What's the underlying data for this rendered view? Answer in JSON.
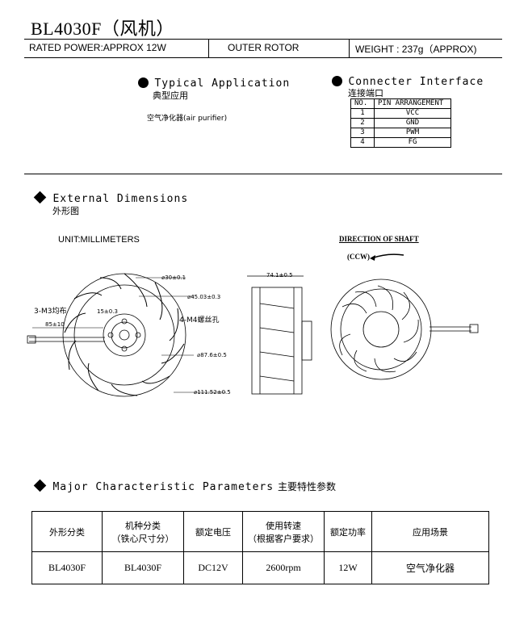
{
  "title": "BL4030F（风机）",
  "specs": {
    "rated_power": "RATED POWER:APPROX 12W",
    "rotor": "OUTER ROTOR",
    "weight": "WEIGHT : 237g（APPROX)"
  },
  "application": {
    "heading": "Typical  Application",
    "heading_cn": "典型应用",
    "item": "空气净化器(air purifier)"
  },
  "interface": {
    "heading": "Connecter Interface",
    "heading_cn": "连接端口",
    "headers": [
      "NO.",
      "PIN  ARRANGEMENT"
    ],
    "rows": [
      [
        "1",
        "VCC"
      ],
      [
        "2",
        "GND"
      ],
      [
        "3",
        "PWM"
      ],
      [
        "4",
        "FG"
      ]
    ]
  },
  "dimensions": {
    "heading": "External  Dimensions",
    "heading_cn": "外形图",
    "unit": "UNIT:MILLIMETERS",
    "shaft_direction": "DIRECTION OF SHAFT",
    "ccw": "(CCW)",
    "labels": {
      "d30": "⌀30±0.1",
      "d45": "⌀45.03±0.3",
      "d87": "⌀87.6±0.5",
      "d111": "⌀111.52±0.5",
      "m3": "3-M3均布",
      "m4": "4-M4螺丝孔",
      "l85": "85±10",
      "l15": "15±0.3",
      "l74": "74.1±0.5"
    }
  },
  "parameters": {
    "heading": "Major  Characteristic Parameters",
    "heading_cn": "主要特性参数",
    "headers": [
      "外形分类",
      "机种分类\n（铁心尺寸分）",
      "额定电压",
      "使用转速\n（根据客户要求）",
      "额定功率",
      "应用场景"
    ],
    "row": [
      "BL4030F",
      "BL4030F",
      "DC12V",
      "2600rpm",
      "12W",
      "空气净化器"
    ]
  }
}
